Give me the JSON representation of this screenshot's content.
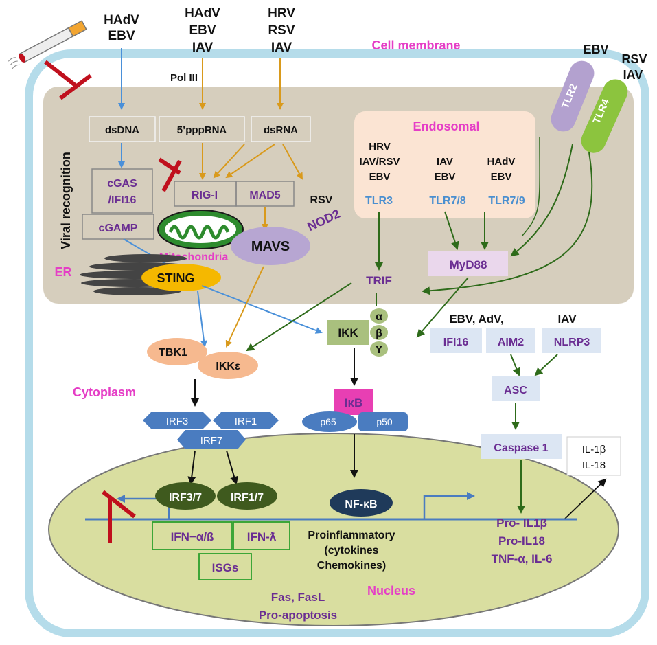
{
  "labels": {
    "virus_hadv_ebv_1": "HAdV",
    "virus_hadv_ebv_2": "EBV",
    "virus_mid_1": "HAdV",
    "virus_mid_2": "EBV",
    "virus_mid_3": "IAV",
    "virus_right_1": "HRV",
    "virus_right_2": "RSV",
    "virus_right_3": "IAV",
    "pol3": "Pol III",
    "cell_membrane": "Cell membrane",
    "viral_recognition": "Viral recognition",
    "dsdna": "dsDNA",
    "pppRNA": "5’pppRNA",
    "dsrna": "dsRNA",
    "cgas_1": "cGAS",
    "cgas_2": "/IFI16",
    "rigi": "RIG-I",
    "mad5": "MAD5",
    "cgamp": "cGAMP",
    "rsv_nod": "RSV",
    "nod2": "NOD2",
    "mavs": "MAVS",
    "mitochondria": "Mitochondria",
    "er": "ER",
    "sting": "STING",
    "endosomal": "Endosomal",
    "endo_c1_1": "HRV",
    "endo_c1_2": "IAV/RSV",
    "endo_c1_3": "EBV",
    "endo_c2_1": "IAV",
    "endo_c2_2": "EBV",
    "endo_c3_1": "HAdV",
    "endo_c3_2": "EBV",
    "tlr3": "TLR3",
    "tlr78": "TLR7/8",
    "tlr79": "TLR7/9",
    "ebv_tlr": "EBV",
    "rsv_tlr": "RSV",
    "iav_tlr": "IAV",
    "tlr2": "TLR2",
    "tlr4": "TLR4",
    "myd88": "MyD88",
    "trif": "TRIF",
    "ikk": "IKK",
    "alpha": "α",
    "beta": "β",
    "gamma": "Y",
    "tbk1": "TBK1",
    "ikke": "IKKε",
    "cytoplasm": "Cytoplasm",
    "irf3": "IRF3",
    "irf1": "IRF1",
    "irf7": "IRF7",
    "ikb": "IκB",
    "p65": "p65",
    "p50": "p50",
    "ebv_adv": "EBV, AdV,",
    "iav_infl": "IAV",
    "ifi16": "IFI16",
    "aim2": "AIM2",
    "nlrp3": "NLRP3",
    "asc": "ASC",
    "caspase1": "Caspase 1",
    "il1b": "IL-1β",
    "il18": "IL-18",
    "irf37": "IRF3/7",
    "irf17": "IRF1/7",
    "nfkb": "NF-κB",
    "ifn_ab": "IFN−α/ß",
    "ifn_l": "IFN-ƛ",
    "isgs": "ISGs",
    "proinfl_1": "Proinflammatory",
    "proinfl_2": "(cytokines",
    "proinfl_3": "Chemokines)",
    "pro_il1b": "Pro- IL1β",
    "pro_il18": "Pro-IL18",
    "tnf": "TNF-α, IL-6",
    "nucleus": "Nucleus",
    "fas": "Fas, FasL",
    "proapop": "Pro-apoptosis"
  },
  "colors": {
    "membrane": "#b5dcea",
    "recognition_region": "#d6cebd",
    "endosomal_box": "#fbe4d3",
    "nucleus": "#d9dea0",
    "magenta": "#e53ec6",
    "purple": "#6a2d92",
    "blue_label": "#4a8fd0",
    "irf_blue": "#4a7cc0",
    "dark_green": "#3f5a1e",
    "navy": "#1f3a5a",
    "arrow_blue": "#4a90d9",
    "arrow_gold": "#d99a1c",
    "arrow_green": "#2e6b1a",
    "inhibit_red": "#c0101d",
    "sting_yellow": "#f5b800",
    "tbk_orange": "#f6b98f",
    "mavs_purple": "#b7a6d2",
    "myd88_pink": "#ead7ec",
    "light_box": "#dce6f3",
    "tlr2": "#b3a1cf",
    "tlr4": "#8cc43e",
    "ikk_green": "#a9c07e"
  }
}
